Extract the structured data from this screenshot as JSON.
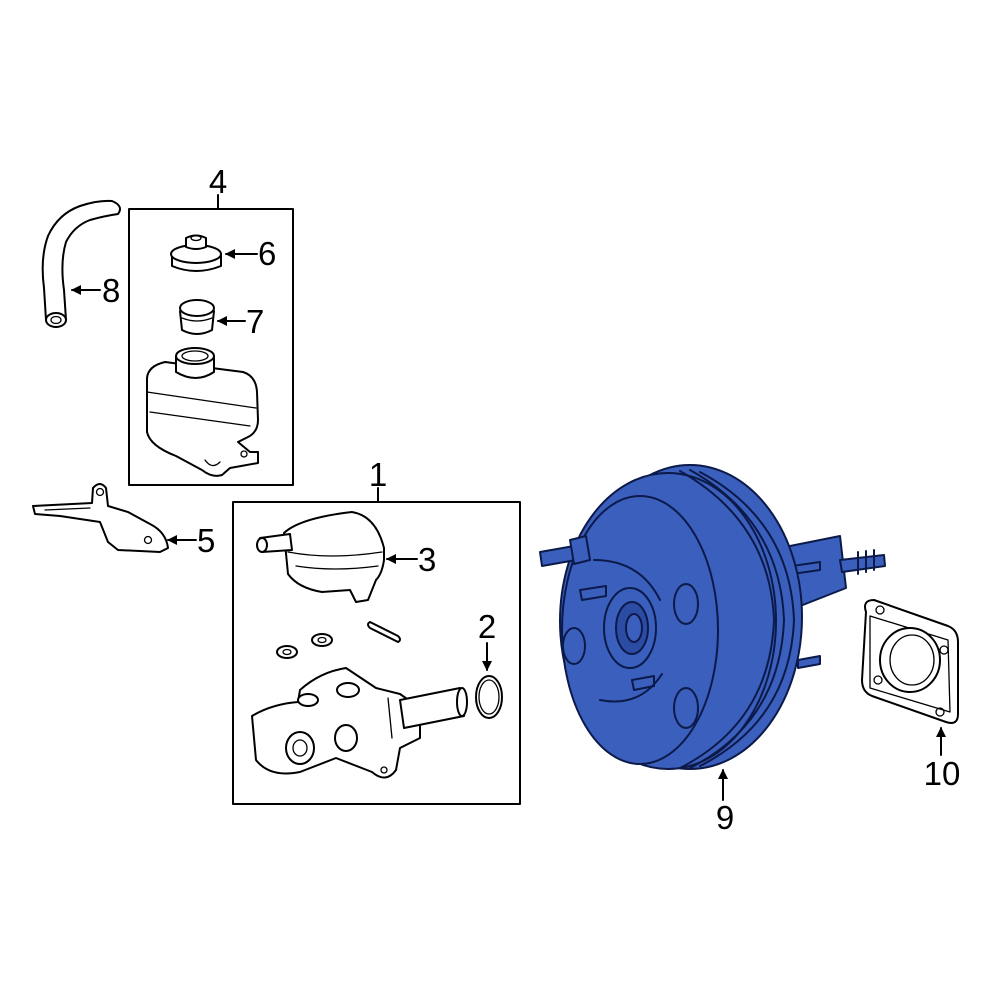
{
  "diagram": {
    "highlight_color": "#3a5fbd",
    "callouts": {
      "c1": "1",
      "c2": "2",
      "c3": "3",
      "c4": "4",
      "c5": "5",
      "c6": "6",
      "c7": "7",
      "c8": "8",
      "c9": "9",
      "c10": "10"
    }
  }
}
